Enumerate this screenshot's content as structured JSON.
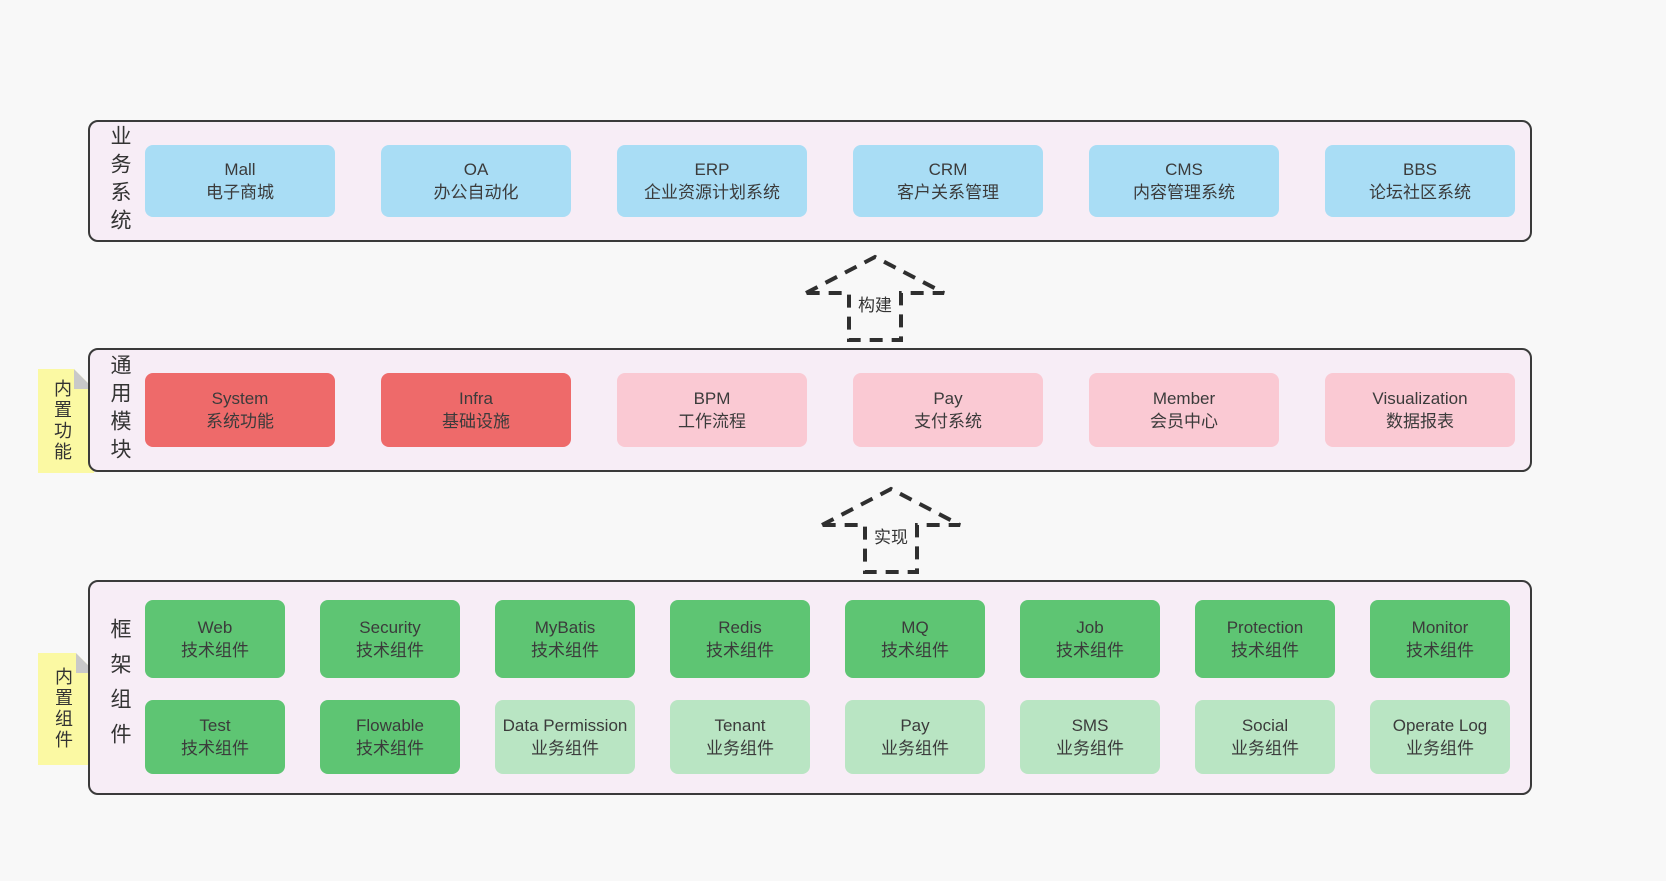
{
  "colors": {
    "page_bg": "#f8f8f8",
    "layer_bg": "#f7edf6",
    "border": "#3a3a3a",
    "text": "#3b3b3b",
    "arrow": "#2f2f2f",
    "note_bg": "#fbf9a3",
    "fold": "#c9c9c9",
    "blue": "#a9ddf5",
    "red": "#ee6a6a",
    "pink": "#fac9d3",
    "green": "#5ec573",
    "lightgreen": "#b9e5c3"
  },
  "layers": [
    {
      "id": "business",
      "side_label": "业务系统",
      "rows": [
        {
          "boxes": [
            {
              "title": "Mall",
              "subtitle": "电子商城",
              "variant": "blue"
            },
            {
              "title": "OA",
              "subtitle": "办公自动化",
              "variant": "blue"
            },
            {
              "title": "ERP",
              "subtitle": "企业资源计划系统",
              "variant": "blue"
            },
            {
              "title": "CRM",
              "subtitle": "客户关系管理",
              "variant": "blue"
            },
            {
              "title": "CMS",
              "subtitle": "内容管理系统",
              "variant": "blue"
            },
            {
              "title": "BBS",
              "subtitle": "论坛社区系统",
              "variant": "blue"
            }
          ]
        }
      ]
    },
    {
      "id": "modules",
      "side_label": "通用模块",
      "note": "内置功能",
      "rows": [
        {
          "boxes": [
            {
              "title": "System",
              "subtitle": "系统功能",
              "variant": "red"
            },
            {
              "title": "Infra",
              "subtitle": "基础设施",
              "variant": "red"
            },
            {
              "title": "BPM",
              "subtitle": "工作流程",
              "variant": "pink"
            },
            {
              "title": "Pay",
              "subtitle": "支付系统",
              "variant": "pink"
            },
            {
              "title": "Member",
              "subtitle": "会员中心",
              "variant": "pink"
            },
            {
              "title": "Visualization",
              "subtitle": "数据报表",
              "variant": "pink"
            }
          ]
        }
      ]
    },
    {
      "id": "components",
      "side_label": "框架组件",
      "note": "内置组件",
      "rows": [
        {
          "boxes": [
            {
              "title": "Web",
              "subtitle": "技术组件",
              "variant": "green"
            },
            {
              "title": "Security",
              "subtitle": "技术组件",
              "variant": "green"
            },
            {
              "title": "MyBatis",
              "subtitle": "技术组件",
              "variant": "green"
            },
            {
              "title": "Redis",
              "subtitle": "技术组件",
              "variant": "green"
            },
            {
              "title": "MQ",
              "subtitle": "技术组件",
              "variant": "green"
            },
            {
              "title": "Job",
              "subtitle": "技术组件",
              "variant": "green"
            },
            {
              "title": "Protection",
              "subtitle": "技术组件",
              "variant": "green"
            },
            {
              "title": "Monitor",
              "subtitle": "技术组件",
              "variant": "green"
            }
          ]
        },
        {
          "boxes": [
            {
              "title": "Test",
              "subtitle": "技术组件",
              "variant": "green"
            },
            {
              "title": "Flowable",
              "subtitle": "技术组件",
              "variant": "green"
            },
            {
              "title": "Data Permission",
              "subtitle": "业务组件",
              "variant": "lightgreen"
            },
            {
              "title": "Tenant",
              "subtitle": "业务组件",
              "variant": "lightgreen"
            },
            {
              "title": "Pay",
              "subtitle": "业务组件",
              "variant": "lightgreen"
            },
            {
              "title": "SMS",
              "subtitle": "业务组件",
              "variant": "lightgreen"
            },
            {
              "title": "Social",
              "subtitle": "业务组件",
              "variant": "lightgreen"
            },
            {
              "title": "Operate Log",
              "subtitle": "业务组件",
              "variant": "lightgreen"
            }
          ]
        }
      ]
    }
  ],
  "arrows": [
    {
      "id": "build",
      "label": "构建"
    },
    {
      "id": "implement",
      "label": "实现"
    }
  ]
}
